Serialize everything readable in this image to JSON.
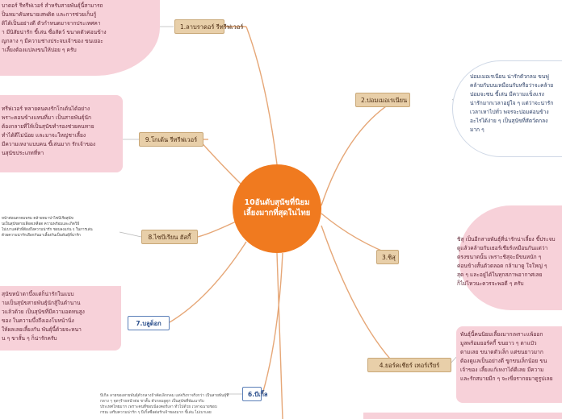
{
  "center": {
    "title": "10อันดับสุนัขที่นิยมเลี้ยงมากที่สุดในไทย"
  },
  "branches": {
    "b1": "1.ลาบราดอร์ รีทรีฟเวอร์",
    "b2": "2.ปอมเมอเรเนียน",
    "b3": "3.ชิสุ",
    "b4": "4.ยอร์คเชียร์ เทอร์เรียร์",
    "b6": "6.บีเกิ้ล",
    "b7": "7.บลูด็อก",
    "b8": "8.ไซบีเรียน ฮัสกี้",
    "b9": "9.โกเด้น รีทรีฟเวอร์"
  },
  "notes": {
    "n1": [
      "บาดอร์ รีทรีฟเวอร์ สำหรับสายพันธุ์นี้สามารถ",
      "ป็นหมาคันทนายเสพติด และการช่วยเก็บกู้",
      "ดิได้เป็นอย่างดี ตัวกำหนดมาจากประเทศคา",
      "า มีนิสัยน่ารัก ขี้เล่น ซื่อสัตว์ ขนาดตัวค่อนข้าง",
      "ญกลาง ๆ มีความช่างประจบเจ้าของ ขนเยอะ",
      "าเลี้ยงต้องแปลงขนให้บ่อย ๆ ครับ"
    ],
    "n2": [
      "ปอมเมอเรเนียน น่ารักตัวกลม ขนฟู",
      "คล้ายกับบนเหมือนกับหรือว่าจะคล้าย",
      "ปอมจะซน ขี้เล่น มีความแข็งแรง",
      "น่ารักมากเวลาอยู่ใจ ๆ แต่ว่าจะน่ารัก",
      "เวลาเหาไปทั่ว พจรจะปอมค่อนข้าง",
      "อะไรได้ง่าย ๆ เป็นสุนัขที่สัตว์ตกลง",
      "มาก ๆ"
    ],
    "n3": [
      "ชิสุ เป็นอีกสายพันธุ์ที่น่ารักน่าเลี้ยง ขี้ประจบ",
      "ดูแล้วคล้ายกับเธอร์เชียร์เหมือนกันแต่ว่า",
      "ตรงขนาดนั้น เพราะชิสุจะมีขนหนัก ๆ",
      "ค่อนข้างสั้นตัวตลอด กล้ามาดู ใจใหญ่ ๆ",
      "สุด ๆ และอยู่ได้ในทุกสภาพอากาศเลย",
      "ก็ไม่ไหวนะควรจะพอดี ๆ ครับ"
    ],
    "n4": [
      "พันธุ์นี้คนนิยมเลี้ยงมากเพราะแพ้ออก",
      "มูลพร้อมยอร์คกี้ ขนยาว ๆ ตาแป๋ว",
      "ตามเลย ขนาดตัวเล็ก แต่ขนยาวมาก",
      "ต้องดูแลเป็นอย่างดี ขูกขนเล็กน้อย ขน",
      "เจ้าของ เลี้ยงแก้เหงาได้ดีเลย มีความ",
      "และรักสบายมีก ๆ จะเขี่ยรากยมาดูรูปเลย"
    ],
    "n6": [
      "บีเกิ้ล ลายของสายพันธุ์ตัวกลางถ้าคัดเล็กกลม แต่จริงกาจริงกว่า เป็นสายพันธุ์ที่",
      "กลาง ๆ จุดๆร้ายหน้าต่อ ขาสั้น ตัวกลมอูดุก เป็นสุนัขที่พัฒนากับ",
      "ประเทศไทยมาก เพราะคนที่ชอบน้องคอร์เลา ทั่วไปด้วย เวลาฉนายชอบ",
      "กรณ เสริมความน่ารัก ๆ บีเกิ้ลซื่อต่อรักเจ้าของมาก ขี้เล่น ไม่เบาเลย"
    ],
    "n7": [
      "สุนัขหน้าตาบึ้งแต่ก็น่ารักในแบบ",
      "ามเป็นสุนัขสายพันธุ์นักสู้ในตำนาน",
      "วแล้วด้วย เป็นสุนัขที่มีความอดทนสูง",
      "ของ ในความบึ้งถึงเองโบหน้านิ่ง",
      "ให้ผลเลยเลี้ยงกัน พันธุ์นี้ด้วยจะหนา",
      "น ๆ ขาสั้น ๆ ก็น่ารักครับ"
    ],
    "n8": [
      "หน้าค่อนตาคมพรม คล้ายหมาป่าไซบีเรียสุนัข",
      "นเป็นสุนัขสายเลือดเหลือด ความพร้อมและเกิดวิธี",
      "ไม่เบาแค่ตัวที่ต้องถึงความน่ารัก ชอบลงแก่น ๆ ในการเล่น",
      "ด้วยความน่ารักเลือกกันมาเลี้ยงกันเป็นพันธุ์ที่น่ารัก"
    ],
    "n9": [
      "ทรีฟเวอร์ หลายคนคงรักโกเด้นได้อย่าง",
      "พราะคอนข้างแทนที่มา เป็นสายพันธุ์นัก",
      "ต้องกลายที่ให้เป็นสุนัขทำรองช่วยคนทาย",
      "ทำได้ดีไม่น้อย และมาจะใหญ่ชาเลี้ยง",
      "มีความเหงาแบบคน ขี้เล่นมาก รักเจ้าของ",
      "นสุนัขประเภทที่หา"
    ]
  }
}
